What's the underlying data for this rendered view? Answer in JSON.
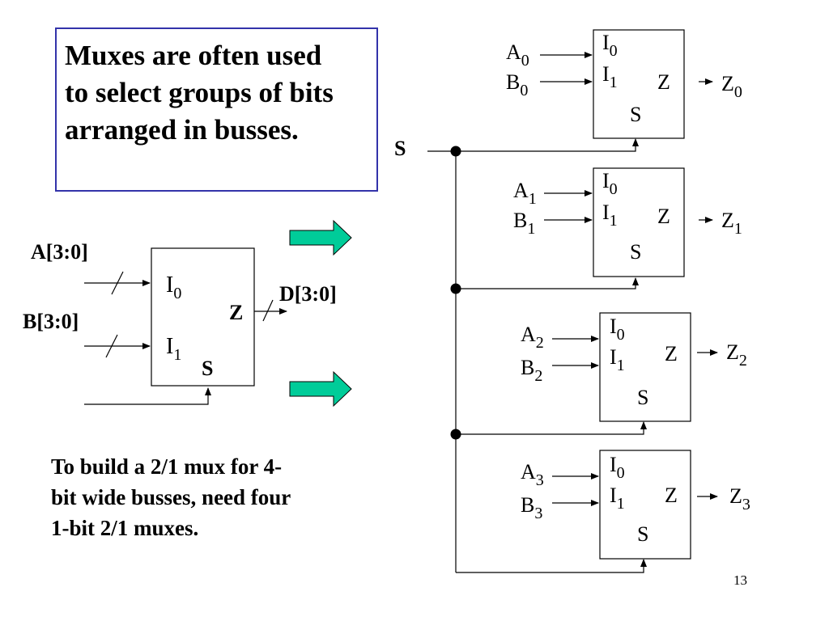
{
  "title_lines": [
    "Muxes are often used",
    "to select groups of bits",
    "arranged in busses."
  ],
  "caption_lines": [
    "To build a 2/1 mux for 4-",
    "bit wide busses, need four",
    "1-bit  2/1 muxes."
  ],
  "slide_number": "13",
  "select_label": "S",
  "bus_mux": {
    "input_a": "A[3:0]",
    "input_b": "B[3:0]",
    "output": "D[3:0]",
    "port_i": "I",
    "port_i0_sub": "0",
    "port_i1_sub": "1",
    "port_z": "Z",
    "port_s": "S"
  },
  "bit_muxes": [
    {
      "a": "A",
      "a_sub": "0",
      "b": "B",
      "b_sub": "0",
      "z": "Z",
      "z_sub": "0"
    },
    {
      "a": "A",
      "a_sub": "1",
      "b": "B",
      "b_sub": "1",
      "z": "Z",
      "z_sub": "1"
    },
    {
      "a": "A",
      "a_sub": "2",
      "b": "B",
      "b_sub": "2",
      "z": "Z",
      "z_sub": "2"
    },
    {
      "a": "A",
      "a_sub": "3",
      "b": "B",
      "b_sub": "3",
      "z": "Z",
      "z_sub": "3"
    }
  ],
  "mux_ports": {
    "i": "I",
    "i0_sub": "0",
    "i1_sub": "1",
    "z": "Z",
    "s": "S"
  },
  "colors": {
    "arrow_fill": "#00cc99",
    "title_border": "#3333aa"
  }
}
